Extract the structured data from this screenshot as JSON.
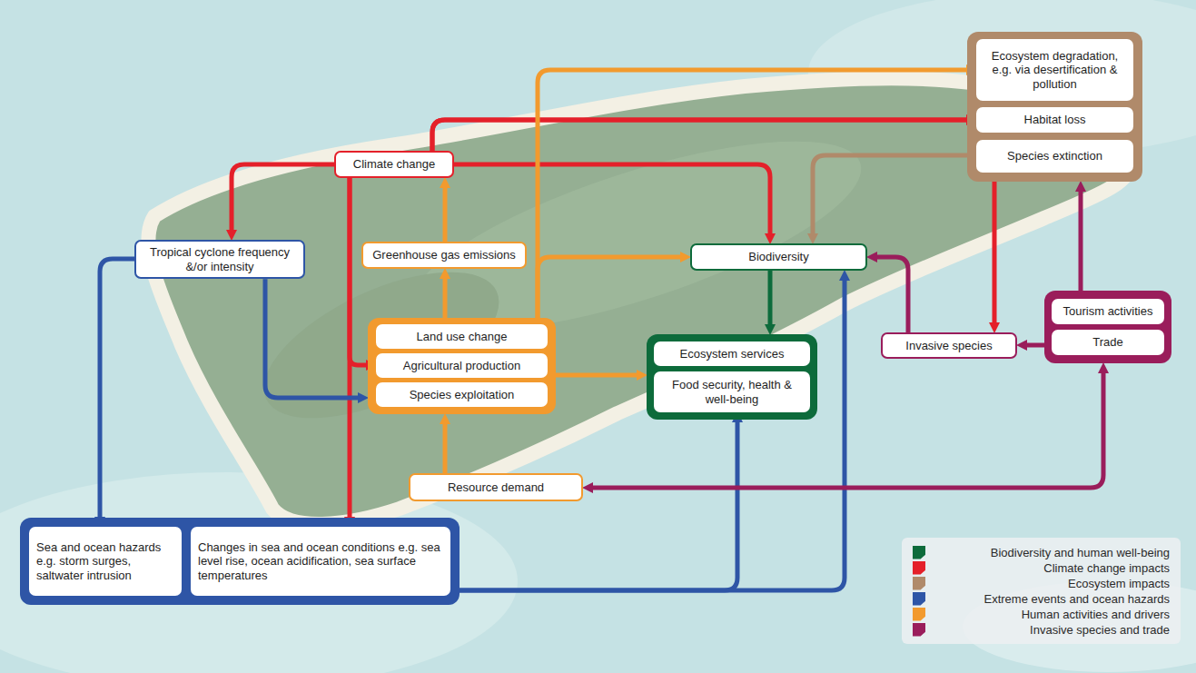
{
  "diagram": {
    "nodes": [
      {
        "text": [
          "Climate change"
        ]
      },
      {
        "text": [
          "Tropical cyclone frequency &/or intensity"
        ]
      },
      {
        "text": [
          "Greenhouse gas emissions"
        ]
      },
      {
        "text": []
      },
      {
        "text": [
          "Land use change"
        ],
        "in": 3
      },
      {
        "text": [
          "Agricultural production"
        ],
        "in": 3
      },
      {
        "text": [
          "Species exploitation"
        ],
        "in": 3
      },
      {
        "text": [
          "Resource demand"
        ]
      },
      {
        "text": [
          "Biodiversity"
        ]
      },
      {
        "text": []
      },
      {
        "text": [
          "Ecosystem services"
        ],
        "in": 9
      },
      {
        "text": [
          "Food security, health & well-being"
        ],
        "in": 9
      },
      {
        "text": []
      },
      {
        "text": [
          "Ecosystem degradation, e.g. via desertification & pollution"
        ],
        "in": 12
      },
      {
        "text": [
          "Habitat loss"
        ],
        "in": 12
      },
      {
        "text": [
          "Species extinction"
        ],
        "in": 12
      },
      {
        "text": [
          "Invasive species"
        ]
      },
      {
        "text": []
      },
      {
        "text": [
          "Tourism activities"
        ],
        "in": 17
      },
      {
        "text": [
          "Trade"
        ],
        "in": 17
      },
      {
        "text": []
      },
      {
        "text": [
          "Sea and ocean hazards e.g. storm surges, saltwater intrusion"
        ],
        "in": 20
      },
      {
        "text": [
          "Changes in sea and ocean conditions e.g. sea level rise, ocean acidification, sea surface temperatures"
        ],
        "in": 20
      }
    ],
    "edges": [
      {
        "from": 0,
        "to": 1,
        "arrow": "to"
      },
      {
        "from": 0,
        "to": 14,
        "arrow": "to"
      },
      {
        "from": 0,
        "to": 16,
        "arrow": "to"
      },
      {
        "from": 0,
        "to": 8,
        "arrow": "to"
      },
      {
        "from": 0,
        "to": 5,
        "arrow": "to"
      },
      {
        "from": 0,
        "to": 22,
        "arrow": "to"
      },
      {
        "from": 3,
        "to": 2,
        "arrow": "to"
      },
      {
        "from": 2,
        "to": 0,
        "arrow": "to"
      },
      {
        "from": 3,
        "to": 13,
        "arrow": "to"
      },
      {
        "from": 3,
        "to": 8,
        "arrow": "to"
      },
      {
        "from": 3,
        "to": 9,
        "arrow": "to"
      },
      {
        "from": 7,
        "to": 3,
        "arrow": "to"
      },
      {
        "from": 15,
        "to": 8,
        "arrow": "to"
      },
      {
        "from": 8,
        "to": 9,
        "arrow": "to"
      },
      {
        "from": 1,
        "to": 21,
        "arrow": "to"
      },
      {
        "from": 1,
        "to": 3,
        "arrow": "to"
      },
      {
        "from": 20,
        "to": 11,
        "arrow": "to"
      },
      {
        "from": 20,
        "to": 8,
        "arrow": "to"
      },
      {
        "from": 16,
        "to": 8,
        "arrow": "to"
      },
      {
        "from": 17,
        "to": 16,
        "arrow": "to"
      },
      {
        "from": 17,
        "to": 12,
        "arrow": "to"
      },
      {
        "from": 7,
        "to": 17,
        "arrow": "both"
      }
    ],
    "legend": [
      {
        "text": "Biodiversity and human well-being",
        "color": "#0d6b3b"
      },
      {
        "text": "Climate change impacts",
        "color": "#e4202a"
      },
      {
        "text": "Ecosystem impacts",
        "color": "#b08a6a"
      },
      {
        "text": "Extreme events and ocean hazards",
        "color": "#2e55a6"
      },
      {
        "text": "Human activities and drivers",
        "color": "#f29a2e"
      },
      {
        "text": "Invasive species and trade",
        "color": "#9a1d5b"
      }
    ]
  }
}
